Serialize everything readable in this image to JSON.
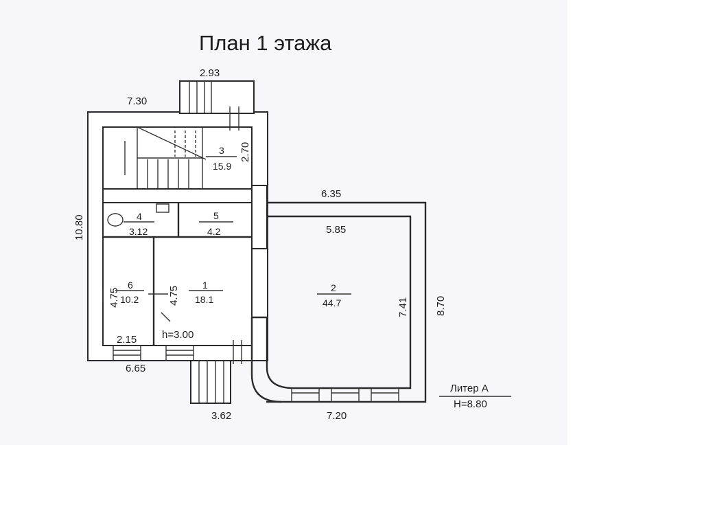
{
  "title": "План 1 этажа",
  "dimensions": {
    "stair_top_width": "2.93",
    "top_left_width": "7.30",
    "stair_height": "2.70",
    "right_top_outer": "6.35",
    "right_top_inner": "5.85",
    "left_height": "10.80",
    "right_inner_height": "7.41",
    "right_outer_height": "8.70",
    "room6_height": "4.75",
    "room1_height": "4.75",
    "bottom_left_inner": "2.15",
    "bottom_left_outer": "6.65",
    "bottom_stair": "3.62",
    "bottom_right": "7.20",
    "ceiling_height": "h=3.00"
  },
  "rooms": [
    {
      "number": "1",
      "area": "18.1"
    },
    {
      "number": "2",
      "area": "44.7"
    },
    {
      "number": "3",
      "area": "15.9"
    },
    {
      "number": "4",
      "area": "3.12"
    },
    {
      "number": "5",
      "area": "4.2"
    },
    {
      "number": "6",
      "area": "10.2"
    }
  ],
  "legend": {
    "liter": "Литер А",
    "height": "H=8.80"
  }
}
